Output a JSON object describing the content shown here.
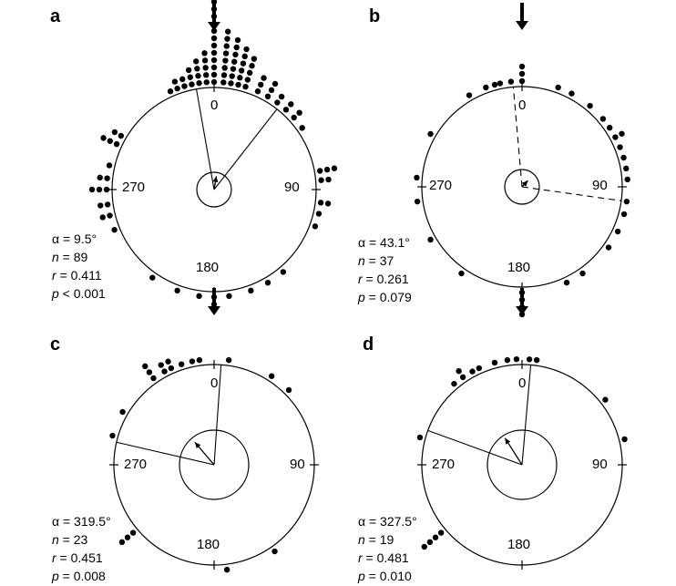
{
  "panels": [
    {
      "letter": "a",
      "angle_labels": {
        "deg0": "0",
        "deg90": "90",
        "deg180": "180",
        "deg270": "270"
      },
      "stats": {
        "alpha": "α = 9.5°",
        "n_sym": "n",
        "n_val": " = 89",
        "r_sym": "r",
        "r_val": " = 0.411",
        "p_sym": "p",
        "p_val": " < 0.001"
      },
      "mean_angle_deg": 9.5,
      "mean_vector_length": 0.411,
      "confidence_interval_deg": [
        -10,
        38
      ],
      "ci_style": "solid",
      "dot_clusters": [
        {
          "angle": 0,
          "count": 14
        },
        {
          "angle": 5,
          "count": 8
        },
        {
          "angle": 9,
          "count": 7
        },
        {
          "angle": 13,
          "count": 6
        },
        {
          "angle": 17,
          "count": 5
        },
        {
          "angle": -4,
          "count": 5
        },
        {
          "angle": -8,
          "count": 4
        },
        {
          "angle": -12,
          "count": 3
        },
        {
          "angle": -16,
          "count": 2
        },
        {
          "angle": -20,
          "count": 2
        },
        {
          "angle": -24,
          "count": 1
        },
        {
          "angle": 24,
          "count": 3
        },
        {
          "angle": 30,
          "count": 3
        },
        {
          "angle": 36,
          "count": 2
        },
        {
          "angle": 42,
          "count": 2
        },
        {
          "angle": 48,
          "count": 2
        },
        {
          "angle": 55,
          "count": 1
        },
        {
          "angle": 80,
          "count": 3
        },
        {
          "angle": 85,
          "count": 2
        },
        {
          "angle": 97,
          "count": 2
        },
        {
          "angle": 103,
          "count": 1
        },
        {
          "angle": 110,
          "count": 1
        },
        {
          "angle": 140,
          "count": 1
        },
        {
          "angle": 150,
          "count": 1
        },
        {
          "angle": 160,
          "count": 1
        },
        {
          "angle": 172,
          "count": 1
        },
        {
          "angle": 180,
          "count": 2
        },
        {
          "angle": 188,
          "count": 1
        },
        {
          "angle": 200,
          "count": 1
        },
        {
          "angle": 215,
          "count": 1
        },
        {
          "angle": 248,
          "count": 1
        },
        {
          "angle": 256,
          "count": 2
        },
        {
          "angle": 262,
          "count": 2
        },
        {
          "angle": 270,
          "count": 3
        },
        {
          "angle": 276,
          "count": 2
        },
        {
          "angle": 283,
          "count": 1
        },
        {
          "angle": 295,
          "count": 3
        },
        {
          "angle": 300,
          "count": 2
        }
      ]
    },
    {
      "letter": "b",
      "angle_labels": {
        "deg0": "0",
        "deg90": "90",
        "deg180": "180",
        "deg270": "270"
      },
      "stats": {
        "alpha": "α = 43.1°",
        "n_sym": "n",
        "n_val": " = 37",
        "r_sym": "r",
        "r_val": " = 0.261",
        "p_sym": "p",
        "p_val": " = 0.079"
      },
      "mean_angle_deg": 43.1,
      "mean_vector_length": 0.261,
      "confidence_interval_deg": [
        -5,
        98
      ],
      "ci_style": "dashed",
      "dot_clusters": [
        {
          "angle": 0,
          "count": 3
        },
        {
          "angle": -6,
          "count": 1
        },
        {
          "angle": -12,
          "count": 1
        },
        {
          "angle": -20,
          "count": 1
        },
        {
          "angle": 20,
          "count": 1
        },
        {
          "angle": 28,
          "count": 1
        },
        {
          "angle": 40,
          "count": 1
        },
        {
          "angle": 50,
          "count": 1
        },
        {
          "angle": 56,
          "count": 1
        },
        {
          "angle": 62,
          "count": 2
        },
        {
          "angle": 68,
          "count": 1
        },
        {
          "angle": 74,
          "count": 1
        },
        {
          "angle": 80,
          "count": 1
        },
        {
          "angle": 86,
          "count": 1
        },
        {
          "angle": 98,
          "count": 1
        },
        {
          "angle": 105,
          "count": 1
        },
        {
          "angle": 115,
          "count": 1
        },
        {
          "angle": 125,
          "count": 1
        },
        {
          "angle": 145,
          "count": 1
        },
        {
          "angle": 155,
          "count": 1
        },
        {
          "angle": 180,
          "count": 4
        },
        {
          "angle": 215,
          "count": 1
        },
        {
          "angle": 240,
          "count": 1
        },
        {
          "angle": 262,
          "count": 1
        },
        {
          "angle": 275,
          "count": 1
        },
        {
          "angle": 300,
          "count": 1
        },
        {
          "angle": 330,
          "count": 1
        },
        {
          "angle": 345,
          "count": 1
        }
      ]
    },
    {
      "letter": "c",
      "angle_labels": {
        "deg0": "0",
        "deg90": "90",
        "deg180": "180",
        "deg270": "270"
      },
      "stats": {
        "alpha": "α = 319.5°",
        "n_sym": "n",
        "n_val": " = 23",
        "r_sym": "r",
        "r_val": " = 0.451",
        "p_sym": "p",
        "p_val": " = 0.008"
      },
      "mean_angle_deg": 319.5,
      "mean_vector_length": 0.451,
      "confidence_interval_deg": [
        -77,
        4
      ],
      "ci_style": "solid",
      "dot_clusters": [
        {
          "angle": -35,
          "count": 3
        },
        {
          "angle": -28,
          "count": 2
        },
        {
          "angle": -24,
          "count": 2
        },
        {
          "angle": -18,
          "count": 1
        },
        {
          "angle": -12,
          "count": 1
        },
        {
          "angle": -8,
          "count": 1
        },
        {
          "angle": 8,
          "count": 1
        },
        {
          "angle": 33,
          "count": 1
        },
        {
          "angle": 45,
          "count": 1
        },
        {
          "angle": 145,
          "count": 1
        },
        {
          "angle": 173,
          "count": 1
        },
        {
          "angle": 230,
          "count": 3
        },
        {
          "angle": 286,
          "count": 1
        },
        {
          "angle": 300,
          "count": 1
        }
      ]
    },
    {
      "letter": "d",
      "angle_labels": {
        "deg0": "0",
        "deg90": "90",
        "deg180": "180",
        "deg270": "270"
      },
      "stats": {
        "alpha": "α = 327.5°",
        "n_sym": "n",
        "n_val": " = 19",
        "r_sym": "r",
        "r_val": " = 0.481",
        "p_sym": "p",
        "p_val": " = 0.010"
      },
      "mean_angle_deg": 327.5,
      "mean_vector_length": 0.481,
      "confidence_interval_deg": [
        -70,
        5
      ],
      "ci_style": "solid",
      "dot_clusters": [
        {
          "angle": -34,
          "count": 2
        },
        {
          "angle": -28,
          "count": 1
        },
        {
          "angle": -24,
          "count": 1
        },
        {
          "angle": -15,
          "count": 1
        },
        {
          "angle": -8,
          "count": 1
        },
        {
          "angle": -3,
          "count": 1
        },
        {
          "angle": 4,
          "count": 1
        },
        {
          "angle": 8,
          "count": 1
        },
        {
          "angle": 52,
          "count": 1
        },
        {
          "angle": 76,
          "count": 1
        },
        {
          "angle": 230,
          "count": 4
        },
        {
          "angle": 285,
          "count": 1
        },
        {
          "angle": 320,
          "count": 1
        }
      ]
    }
  ]
}
